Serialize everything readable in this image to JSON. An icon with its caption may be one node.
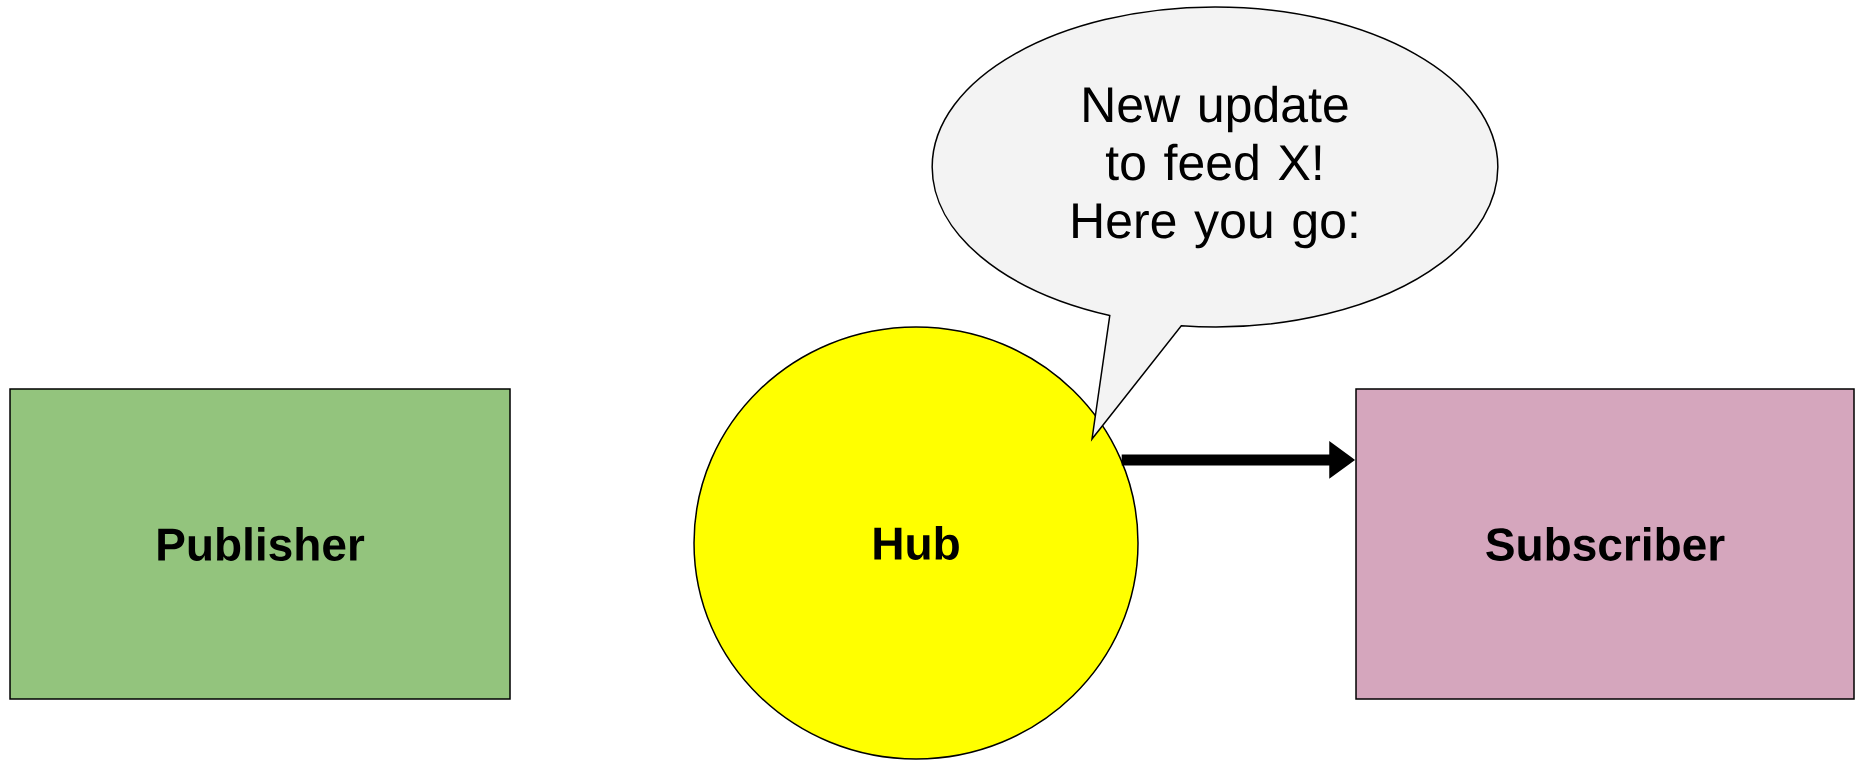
{
  "diagram": {
    "nodes": [
      {
        "text": [
          "Publisher"
        ]
      },
      {
        "text": [
          "Hub"
        ]
      },
      {
        "text": [
          "Subscriber"
        ]
      },
      {
        "text": [
          "New update to feed X! Here you go:"
        ]
      }
    ],
    "edges": [
      {
        "from": 1,
        "to": 2,
        "arrow": "to"
      }
    ]
  }
}
